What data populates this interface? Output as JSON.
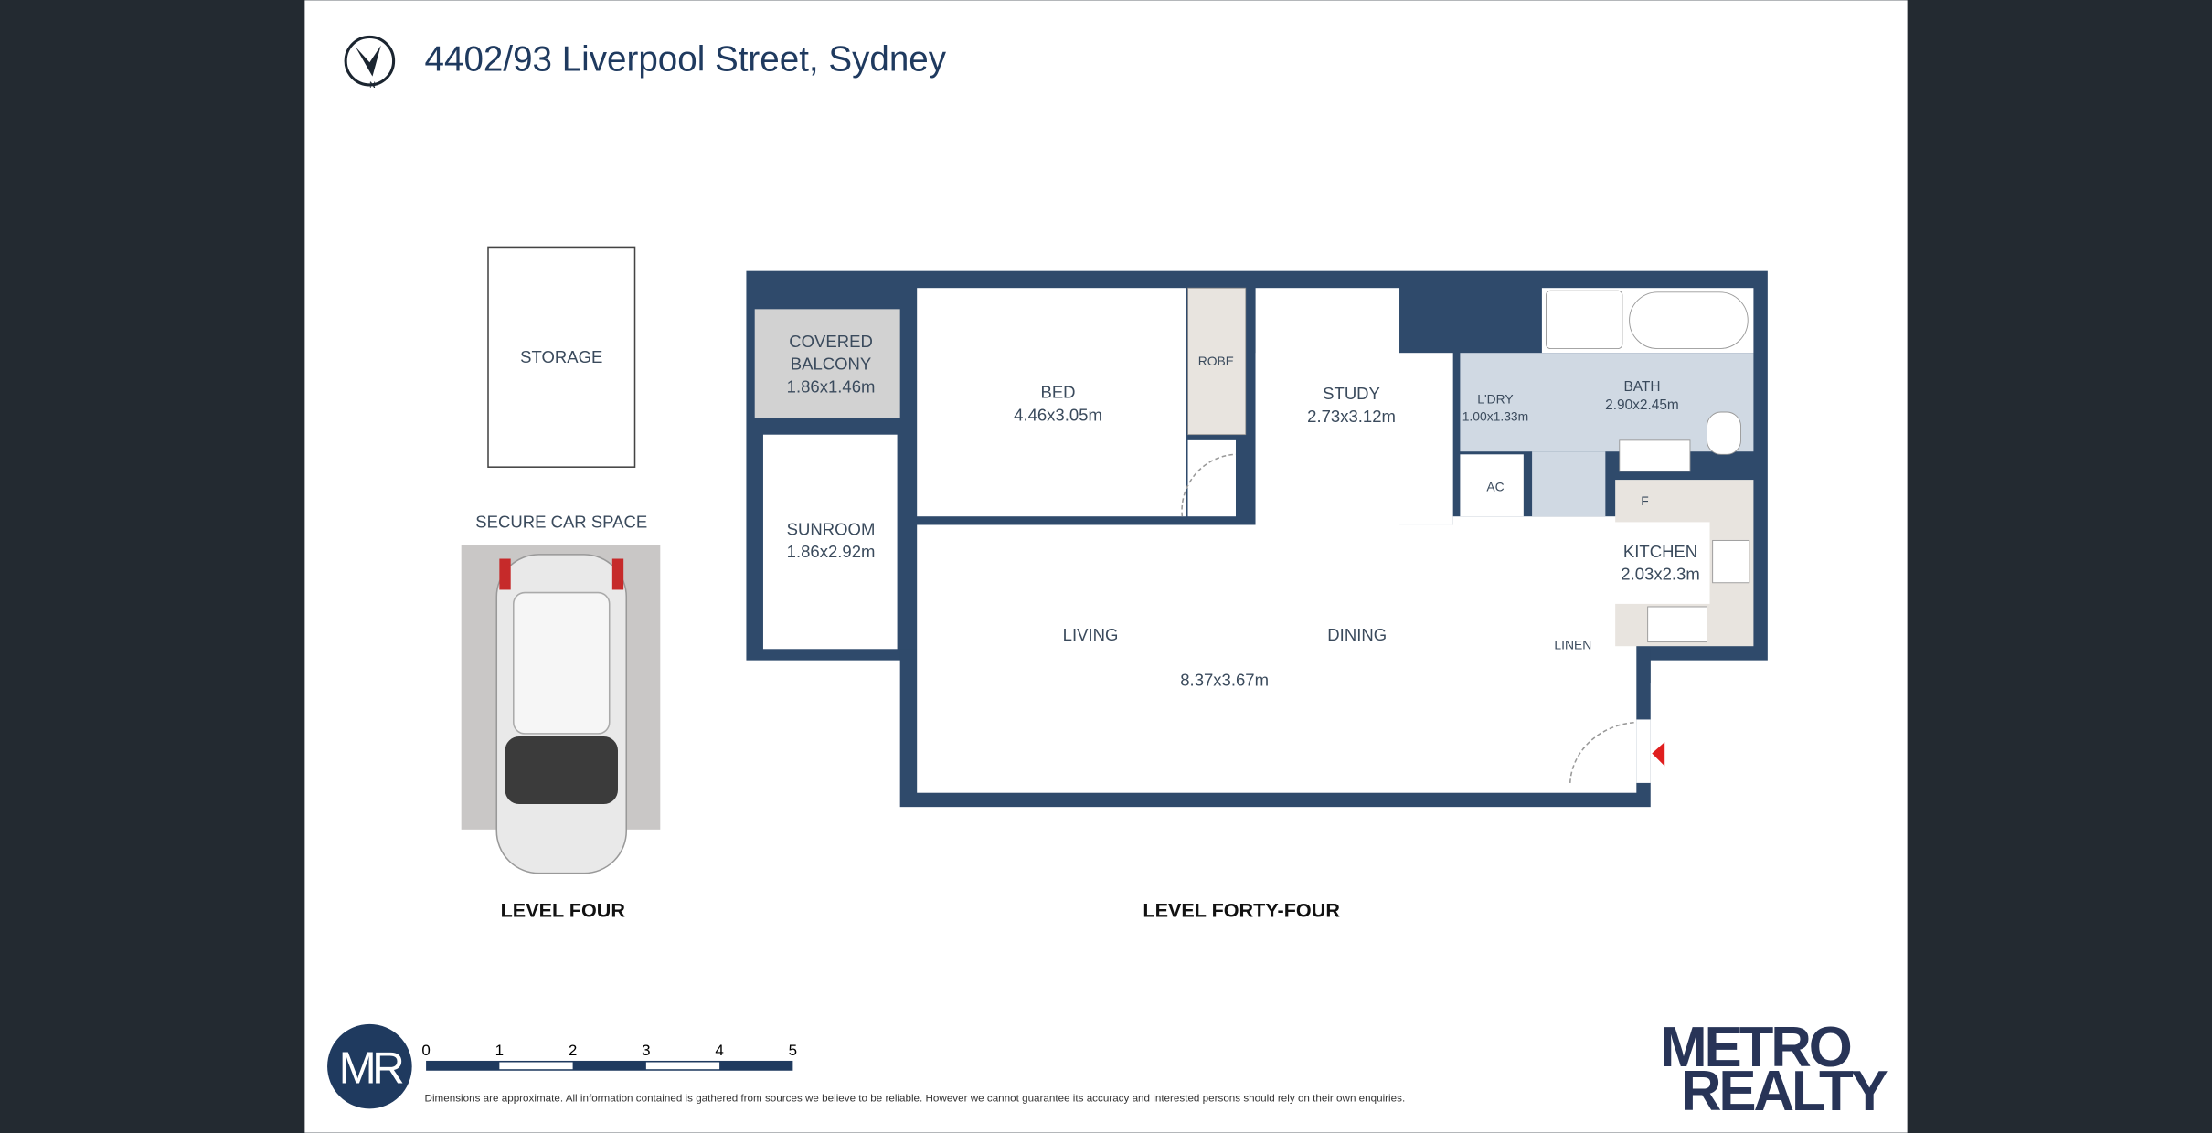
{
  "title": "4402/93 Liverpool Street, Sydney",
  "colors": {
    "wall": "#2f4a6b",
    "title": "#1f3a5f",
    "tile": "#d0d9e3",
    "joinery": "#e8e4df",
    "balcony": "#d2d2d2",
    "entry_marker": "#e01e1e"
  },
  "level_four": {
    "label": "LEVEL FOUR",
    "storage": "STORAGE",
    "car_space": "SECURE CAR SPACE"
  },
  "level_forty_four": {
    "label": "LEVEL FORTY-FOUR",
    "rooms": {
      "balcony": {
        "name1": "COVERED",
        "name2": "BALCONY",
        "dims": "1.86x1.46m"
      },
      "sunroom": {
        "name": "SUNROOM",
        "dims": "1.86x2.92m"
      },
      "bed": {
        "name": "BED",
        "dims": "4.46x3.05m"
      },
      "robe": {
        "name": "ROBE"
      },
      "study": {
        "name": "STUDY",
        "dims": "2.73x3.12m"
      },
      "laundry": {
        "name": "L'DRY",
        "dims": "1.00x1.33m"
      },
      "bath": {
        "name": "BATH",
        "dims": "2.90x2.45m"
      },
      "ac": {
        "name": "AC"
      },
      "fridge": {
        "name": "F"
      },
      "kitchen": {
        "name": "KITCHEN",
        "dims": "2.03x2.3m"
      },
      "linen": {
        "name": "LINEN"
      },
      "living": {
        "name": "LIVING",
        "dims": "8.37x3.67m"
      },
      "dining": {
        "name": "DINING"
      }
    }
  },
  "scale_bar": {
    "ticks": [
      "0",
      "1",
      "2",
      "3",
      "4",
      "5"
    ]
  },
  "disclaimer": "Dimensions are approximate. All information contained is gathered from sources we believe to be reliable. However we cannot guarantee its accuracy and interested persons should rely on their own enquiries.",
  "logo_badge": "MR",
  "brand": {
    "line1": "METRO",
    "line2": "REALTY"
  }
}
